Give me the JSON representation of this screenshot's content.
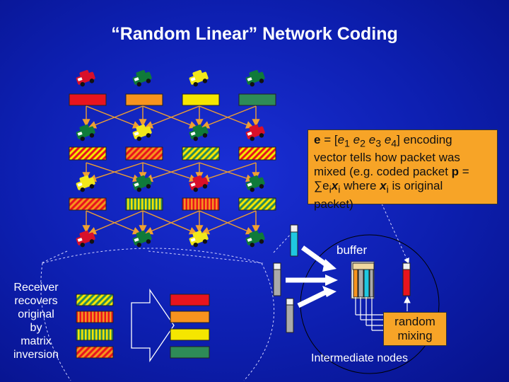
{
  "title": "“Random Linear” Network Coding",
  "callout": {
    "line1": "e = [e",
    "line2": "vector tells how packet was",
    "line3": "mixed (e.g. coded packet ",
    "line4": "where ",
    "line5": "packet)",
    "sub1": "1",
    "sub2": "2",
    "sub3": "3",
    "sub4": "4",
    "after_vec": "] encoding",
    "p": "p",
    "equals": " =",
    "sum": "∑e",
    "i": "i",
    "x": "x",
    "is_original": " is original"
  },
  "buffer_label": "buffer",
  "random_mixing": [
    "random",
    "mixing"
  ],
  "intermediate_label": "Intermediate nodes",
  "receiver_label": [
    "Receiver",
    "recovers",
    "original",
    "by",
    "matrix",
    "inversion"
  ],
  "colors": {
    "red": "#e8141e",
    "orange": "#f7931e",
    "yellow": "#f5e600",
    "green": "#2e8b57",
    "car_red": "#d8102a",
    "car_green": "#0f7a3a",
    "car_yellow": "#f2e81a",
    "edge": "#f0a030",
    "callout": "#f7a427"
  }
}
